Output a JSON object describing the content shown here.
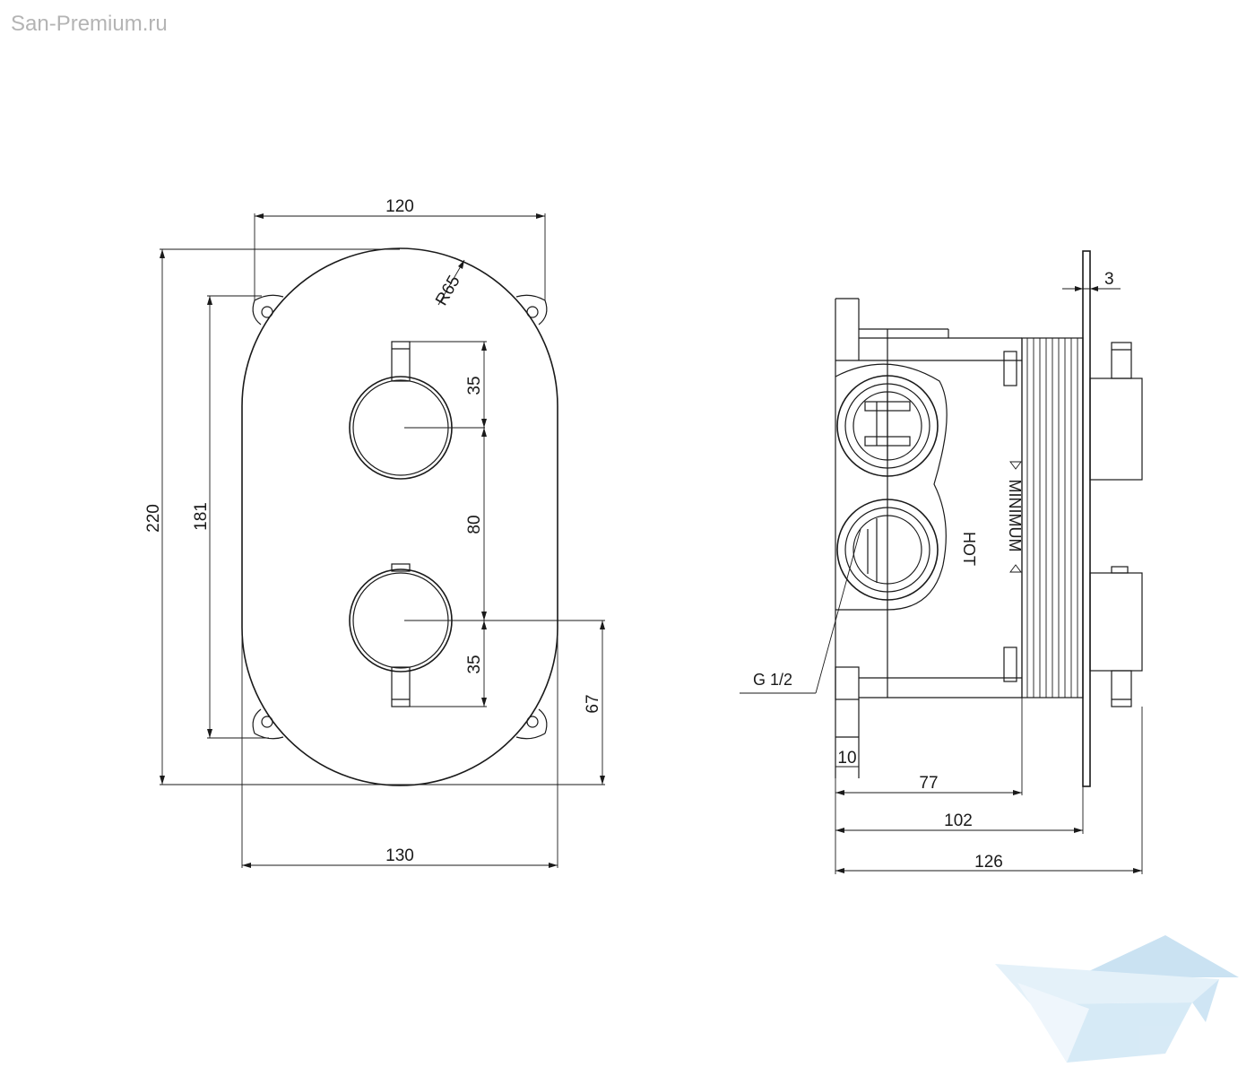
{
  "watermark": "San-Premium.ru",
  "front_view": {
    "width_top": "120",
    "radius": "R65",
    "height_total": "220",
    "height_inner": "181",
    "handle_top_offset": "35",
    "handle_spacing": "80",
    "handle_bottom_offset": "35",
    "bottom_to_center": "67",
    "width_bottom": "130"
  },
  "side_view": {
    "plate_thickness": "3",
    "connection_label": "G 1/2",
    "hot_label": "HOT",
    "minimum_label": "MINIMUM",
    "flange_width": "10",
    "depth_body": "77",
    "depth_to_plate": "102",
    "depth_total": "126"
  },
  "colors": {
    "line": "#1a1a1a",
    "watermark_text": "#b4b4b4",
    "logo": "#cfe6f5"
  },
  "logo": {
    "icon": "bathtub-logo-icon"
  }
}
